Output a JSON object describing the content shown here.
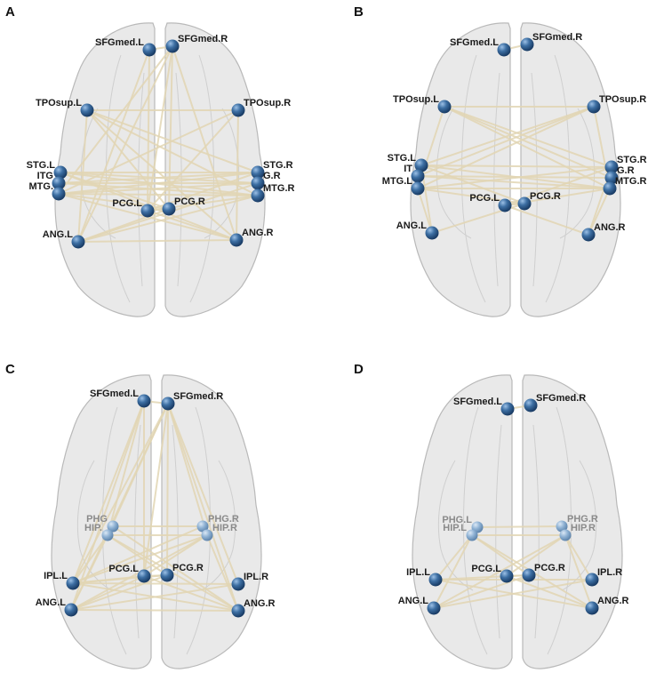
{
  "colors": {
    "node": "#2f5d8f",
    "node_faded": "#8fb2d4",
    "edge": "#e2d6b4",
    "brain": "#e9e9e9"
  },
  "panels": [
    {
      "letter": "A",
      "nodes": [
        {
          "id": "SFGmed.L",
          "label": "SFGmed.L"
        },
        {
          "id": "SFGmed.R",
          "label": "SFGmed.R"
        },
        {
          "id": "TPOsup.L",
          "label": "TPOsup.L"
        },
        {
          "id": "TPOsup.R",
          "label": "TPOsup.R"
        },
        {
          "id": "STG.L",
          "label": "STG.L"
        },
        {
          "id": "ITG.L",
          "label": "ITG"
        },
        {
          "id": "MTG.L",
          "label": "MTG."
        },
        {
          "id": "STG.R",
          "label": "STG.R"
        },
        {
          "id": "ITG.R",
          "label": "G.R"
        },
        {
          "id": "MTG.R",
          "label": "MTG.R"
        },
        {
          "id": "PCG.L",
          "label": "PCG.L"
        },
        {
          "id": "PCG.R",
          "label": "PCG.R"
        },
        {
          "id": "ANG.L",
          "label": "ANG.L"
        },
        {
          "id": "ANG.R",
          "label": "ANG.R"
        }
      ],
      "edges": [
        [
          "SFGmed.L",
          "SFGmed.R"
        ],
        [
          "SFGmed.R",
          "PCG.L"
        ],
        [
          "SFGmed.R",
          "PCG.R"
        ],
        [
          "SFGmed.R",
          "ANG.R"
        ],
        [
          "SFGmed.R",
          "ANG.L"
        ],
        [
          "SFGmed.R",
          "MTG.L"
        ],
        [
          "SFGmed.L",
          "PCG.L"
        ],
        [
          "SFGmed.L",
          "ANG.L"
        ],
        [
          "TPOsup.L",
          "TPOsup.R"
        ],
        [
          "TPOsup.L",
          "ANG.L"
        ],
        [
          "TPOsup.L",
          "ANG.R"
        ],
        [
          "TPOsup.L",
          "PCG.R"
        ],
        [
          "TPOsup.L",
          "MTG.R"
        ],
        [
          "TPOsup.L",
          "STG.R"
        ],
        [
          "TPOsup.R",
          "ANG.R"
        ],
        [
          "TPOsup.R",
          "MTG.L"
        ],
        [
          "TPOsup.R",
          "PCG.L"
        ],
        [
          "STG.L",
          "STG.R"
        ],
        [
          "STG.L",
          "MTG.R"
        ],
        [
          "STG.L",
          "ITG.R"
        ],
        [
          "STG.L",
          "ANG.R"
        ],
        [
          "STG.L",
          "PCG.R"
        ],
        [
          "ITG.L",
          "ITG.R"
        ],
        [
          "ITG.L",
          "MTG.R"
        ],
        [
          "ITG.L",
          "STG.R"
        ],
        [
          "MTG.L",
          "MTG.R"
        ],
        [
          "MTG.L",
          "ITG.R"
        ],
        [
          "MTG.L",
          "STG.R"
        ],
        [
          "MTG.L",
          "PCG.R"
        ],
        [
          "MTG.L",
          "ANG.R"
        ],
        [
          "STG.R",
          "PCG.L"
        ],
        [
          "MTG.R",
          "PCG.L"
        ],
        [
          "ITG.R",
          "ANG.L"
        ],
        [
          "MTG.R",
          "ANG.L"
        ],
        [
          "ANG.L",
          "ANG.R"
        ],
        [
          "ANG.L",
          "PCG.R"
        ],
        [
          "ANG.R",
          "PCG.L"
        ],
        [
          "PCG.L",
          "PCG.R"
        ]
      ]
    },
    {
      "letter": "B",
      "nodes": [
        {
          "id": "SFGmed.L",
          "label": "SFGmed.L"
        },
        {
          "id": "SFGmed.R",
          "label": "SFGmed.R"
        },
        {
          "id": "TPOsup.L",
          "label": "TPOsup.L"
        },
        {
          "id": "TPOsup.R",
          "label": "TPOsup.R"
        },
        {
          "id": "STG.L",
          "label": "STG.L"
        },
        {
          "id": "ITG.L",
          "label": "IT"
        },
        {
          "id": "MTG.L",
          "label": "MTG.L"
        },
        {
          "id": "STG.R",
          "label": "STG.R"
        },
        {
          "id": "ITG.R",
          "label": "G.R"
        },
        {
          "id": "MTG.R",
          "label": "MTG.R"
        },
        {
          "id": "PCG.L",
          "label": "PCG.L"
        },
        {
          "id": "PCG.R",
          "label": "PCG.R"
        },
        {
          "id": "ANG.L",
          "label": "ANG.L"
        },
        {
          "id": "ANG.R",
          "label": "ANG.R"
        }
      ],
      "edges": [
        [
          "SFGmed.L",
          "SFGmed.R"
        ],
        [
          "TPOsup.L",
          "TPOsup.R"
        ],
        [
          "TPOsup.L",
          "MTG.R"
        ],
        [
          "TPOsup.L",
          "STG.R"
        ],
        [
          "TPOsup.L",
          "ITG.R"
        ],
        [
          "TPOsup.R",
          "MTG.L"
        ],
        [
          "TPOsup.R",
          "STG.L"
        ],
        [
          "TPOsup.R",
          "ITG.L"
        ],
        [
          "TPOsup.L",
          "MTG.L"
        ],
        [
          "TPOsup.R",
          "MTG.R"
        ],
        [
          "STG.L",
          "STG.R"
        ],
        [
          "STG.L",
          "MTG.R"
        ],
        [
          "ITG.L",
          "ITG.R"
        ],
        [
          "MTG.L",
          "MTG.R"
        ],
        [
          "MTG.L",
          "STG.R"
        ],
        [
          "ITG.L",
          "MTG.R"
        ],
        [
          "STG.L",
          "PCG.R"
        ],
        [
          "MTG.L",
          "PCG.R"
        ],
        [
          "STG.R",
          "PCG.L"
        ],
        [
          "MTG.R",
          "PCG.L"
        ],
        [
          "ANG.L",
          "MTG.L"
        ],
        [
          "ANG.L",
          "STG.L"
        ],
        [
          "ANG.R",
          "MTG.R"
        ],
        [
          "ANG.R",
          "STG.R"
        ],
        [
          "ANG.L",
          "PCG.R"
        ],
        [
          "ANG.R",
          "PCG.L"
        ],
        [
          "PCG.L",
          "PCG.R"
        ]
      ]
    },
    {
      "letter": "C",
      "nodes": [
        {
          "id": "SFGmed.L",
          "label": "SFGmed.L"
        },
        {
          "id": "SFGmed.R",
          "label": "SFGmed.R"
        },
        {
          "id": "PHG.L",
          "label": "PHG",
          "faded": true
        },
        {
          "id": "HIP.L",
          "label": "HIP.",
          "faded": true
        },
        {
          "id": "PHG.R",
          "label": "PHG.R",
          "faded": true
        },
        {
          "id": "HIP.R",
          "label": "HIP.R",
          "faded": true
        },
        {
          "id": "IPL.L",
          "label": "IPL.L"
        },
        {
          "id": "IPL.R",
          "label": "IPL.R"
        },
        {
          "id": "PCG.L",
          "label": "PCG.L"
        },
        {
          "id": "PCG.R",
          "label": "PCG.R"
        },
        {
          "id": "ANG.L",
          "label": "ANG.L"
        },
        {
          "id": "ANG.R",
          "label": "ANG.R"
        }
      ],
      "edges": [
        [
          "SFGmed.L",
          "SFGmed.R"
        ],
        [
          "SFGmed.L",
          "IPL.L"
        ],
        [
          "SFGmed.L",
          "ANG.L"
        ],
        [
          "SFGmed.L",
          "PCG.L"
        ],
        [
          "SFGmed.L",
          "HIP.L"
        ],
        [
          "SFGmed.R",
          "IPL.L"
        ],
        [
          "SFGmed.R",
          "ANG.L"
        ],
        [
          "SFGmed.R",
          "PCG.L"
        ],
        [
          "SFGmed.R",
          "PCG.R"
        ],
        [
          "SFGmed.R",
          "IPL.R"
        ],
        [
          "SFGmed.R",
          "ANG.R"
        ],
        [
          "SFGmed.R",
          "HIP.L"
        ],
        [
          "SFGmed.R",
          "HIP.R"
        ],
        [
          "PHG.L",
          "PHG.R"
        ],
        [
          "HIP.L",
          "HIP.R"
        ],
        [
          "HIP.L",
          "IPL.L"
        ],
        [
          "HIP.L",
          "ANG.L"
        ],
        [
          "HIP.L",
          "PCG.R"
        ],
        [
          "HIP.L",
          "ANG.R"
        ],
        [
          "HIP.R",
          "IPL.L"
        ],
        [
          "HIP.R",
          "ANG.L"
        ],
        [
          "HIP.R",
          "PCG.L"
        ],
        [
          "HIP.R",
          "ANG.R"
        ],
        [
          "PHG.R",
          "IPL.L"
        ],
        [
          "PHG.L",
          "ANG.R"
        ],
        [
          "IPL.L",
          "IPL.R"
        ],
        [
          "IPL.L",
          "ANG.R"
        ],
        [
          "IPL.L",
          "PCG.R"
        ],
        [
          "IPL.R",
          "ANG.L"
        ],
        [
          "ANG.L",
          "ANG.R"
        ],
        [
          "ANG.L",
          "PCG.R"
        ],
        [
          "ANG.R",
          "PCG.L"
        ],
        [
          "PCG.L",
          "PCG.R"
        ],
        [
          "IPL.L",
          "PCG.L"
        ],
        [
          "ANG.L",
          "PCG.L"
        ]
      ]
    },
    {
      "letter": "D",
      "nodes": [
        {
          "id": "SFGmed.L",
          "label": "SFGmed.L"
        },
        {
          "id": "SFGmed.R",
          "label": "SFGmed.R"
        },
        {
          "id": "PHG.L",
          "label": "PHG.L",
          "faded": true
        },
        {
          "id": "HIP.L",
          "label": "HIP.L",
          "faded": true
        },
        {
          "id": "PHG.R",
          "label": "PHG.R",
          "faded": true
        },
        {
          "id": "HIP.R",
          "label": "HIP.R",
          "faded": true
        },
        {
          "id": "IPL.L",
          "label": "IPL.L"
        },
        {
          "id": "IPL.R",
          "label": "IPL.R"
        },
        {
          "id": "PCG.L",
          "label": "PCG.L"
        },
        {
          "id": "PCG.R",
          "label": "PCG.R"
        },
        {
          "id": "ANG.L",
          "label": "ANG.L"
        },
        {
          "id": "ANG.R",
          "label": "ANG.R"
        }
      ],
      "edges": [
        [
          "SFGmed.L",
          "SFGmed.R"
        ],
        [
          "PHG.L",
          "PHG.R"
        ],
        [
          "HIP.L",
          "HIP.R"
        ],
        [
          "HIP.L",
          "IPL.L"
        ],
        [
          "HIP.L",
          "ANG.L"
        ],
        [
          "HIP.R",
          "IPL.R"
        ],
        [
          "HIP.R",
          "ANG.R"
        ],
        [
          "HIP.L",
          "PCG.R"
        ],
        [
          "HIP.R",
          "PCG.L"
        ],
        [
          "HIP.L",
          "ANG.R"
        ],
        [
          "HIP.R",
          "ANG.L"
        ],
        [
          "IPL.L",
          "IPL.R"
        ],
        [
          "IPL.L",
          "ANG.R"
        ],
        [
          "IPL.R",
          "ANG.L"
        ],
        [
          "IPL.L",
          "PCG.R"
        ],
        [
          "ANG.L",
          "PCG.R"
        ],
        [
          "ANG.R",
          "PCG.L"
        ],
        [
          "PCG.L",
          "PCG.R"
        ]
      ]
    }
  ]
}
